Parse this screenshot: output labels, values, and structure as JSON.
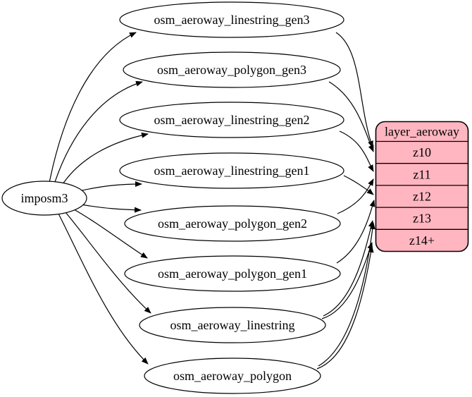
{
  "diagram": {
    "kind": "etl-dependency-graph",
    "source": {
      "label": "imposm3"
    },
    "tables": [
      {
        "label": "osm_aeroway_linestring_gen3"
      },
      {
        "label": "osm_aeroway_polygon_gen3"
      },
      {
        "label": "osm_aeroway_linestring_gen2"
      },
      {
        "label": "osm_aeroway_linestring_gen1"
      },
      {
        "label": "osm_aeroway_polygon_gen2"
      },
      {
        "label": "osm_aeroway_polygon_gen1"
      },
      {
        "label": "osm_aeroway_linestring"
      },
      {
        "label": "osm_aeroway_polygon"
      }
    ],
    "layer": {
      "title": "layer_aeroway",
      "zoom_rows": [
        "z10",
        "z11",
        "z12",
        "z13",
        "z14+"
      ]
    },
    "edges": [
      {
        "from": "imposm3",
        "to": "osm_aeroway_linestring_gen3"
      },
      {
        "from": "imposm3",
        "to": "osm_aeroway_polygon_gen3"
      },
      {
        "from": "imposm3",
        "to": "osm_aeroway_linestring_gen2"
      },
      {
        "from": "imposm3",
        "to": "osm_aeroway_linestring_gen1"
      },
      {
        "from": "imposm3",
        "to": "osm_aeroway_polygon_gen2"
      },
      {
        "from": "imposm3",
        "to": "osm_aeroway_polygon_gen1"
      },
      {
        "from": "imposm3",
        "to": "osm_aeroway_linestring"
      },
      {
        "from": "imposm3",
        "to": "osm_aeroway_polygon"
      },
      {
        "from": "osm_aeroway_linestring_gen3",
        "to": "z10"
      },
      {
        "from": "osm_aeroway_polygon_gen3",
        "to": "z10"
      },
      {
        "from": "osm_aeroway_linestring_gen2",
        "to": "z11"
      },
      {
        "from": "osm_aeroway_polygon_gen2",
        "to": "z11"
      },
      {
        "from": "osm_aeroway_linestring_gen1",
        "to": "z12"
      },
      {
        "from": "osm_aeroway_polygon_gen1",
        "to": "z12"
      },
      {
        "from": "osm_aeroway_linestring",
        "to": "z13"
      },
      {
        "from": "osm_aeroway_polygon",
        "to": "z13"
      },
      {
        "from": "osm_aeroway_linestring",
        "to": "z14+"
      },
      {
        "from": "osm_aeroway_polygon",
        "to": "z14+"
      }
    ],
    "colors": {
      "layer_fill": "#ffb6c1",
      "table_fill": "#ffffff",
      "stroke": "#000000",
      "background": "#ffffff"
    }
  }
}
